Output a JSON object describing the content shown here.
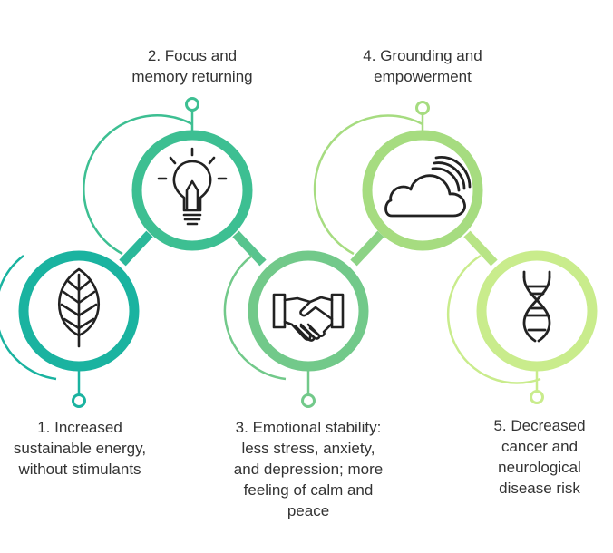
{
  "colors": {
    "step1": "#1ab3a0",
    "step2": "#3dbf92",
    "step3": "#72c98a",
    "step4": "#a6dc80",
    "step5": "#c9ec8c",
    "icon": "#222222",
    "text": "#333333"
  },
  "steps": [
    {
      "label": "1. Increased\nsustainable energy,\nwithout stimulants",
      "icon": "leaf-icon"
    },
    {
      "label": "2. Focus and\nmemory returning",
      "icon": "lightbulb-icon"
    },
    {
      "label": "3. Emotional stability:\nless stress, anxiety,\nand depression; more\nfeeling of calm and\npeace",
      "icon": "handshake-icon"
    },
    {
      "label": "4. Grounding and\nempowerment",
      "icon": "cloud-signal-icon"
    },
    {
      "label": "5. Decreased\ncancer and\nneurological\ndisease risk",
      "icon": "dna-icon"
    }
  ]
}
